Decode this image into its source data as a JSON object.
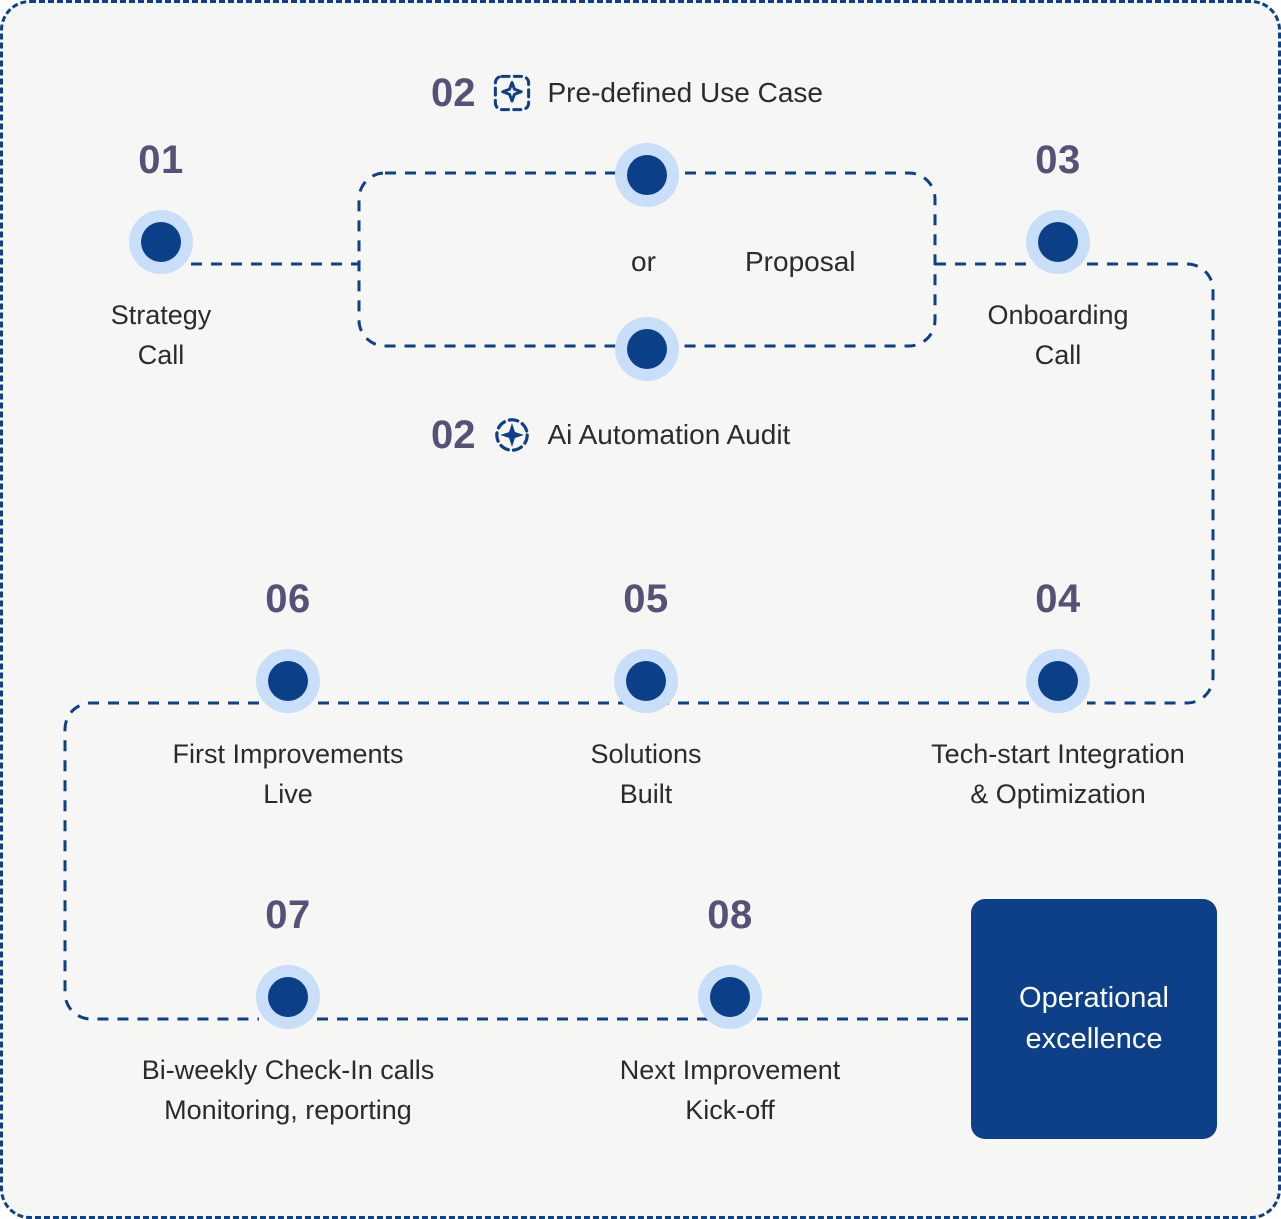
{
  "canvas": {
    "background": "#f6f6f5",
    "border_color": "#0d4089",
    "accent_navy": "#0b4089",
    "halo_blue": "#c8def9",
    "number_color": "#575177",
    "text_color": "#2b2b27",
    "card_color": "#0d4089"
  },
  "steps": [
    {
      "number": "01",
      "label": "Strategy\nCall"
    },
    {
      "number": "03",
      "label": "Onboarding\nCall"
    },
    {
      "number": "04",
      "label": "Tech-start Integration\n&  Optimization"
    },
    {
      "number": "05",
      "label": "Solutions\nBuilt"
    },
    {
      "number": "06",
      "label": "First Improvements\nLive"
    },
    {
      "number": "07",
      "label": "Bi-weekly Check-In calls\nMonitoring, reporting"
    },
    {
      "number": "08",
      "label": "Next Improvement\nKick-off"
    }
  ],
  "branch": {
    "top": {
      "number": "02",
      "label": "Pre-defined Use Case",
      "icon": "target-frame-icon"
    },
    "bottom": {
      "number": "02",
      "label": "Ai Automation Audit",
      "icon": "ai-sparkle-refresh-icon"
    },
    "connector_word": "or",
    "outcome_word": "Proposal"
  },
  "terminal": {
    "label": "Operational\nexcellence"
  }
}
